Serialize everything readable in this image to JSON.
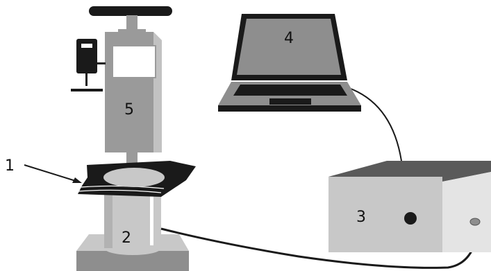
{
  "labels": {
    "specimen": "1",
    "sample_holder": "2",
    "measurement_unit": "3",
    "laptop": "4",
    "indenter_column": "5"
  },
  "colors": {
    "dark": "#1a1a1a",
    "medium_gray": "#9a9a9a",
    "light_gray": "#c8c8c8",
    "panel_light": "#e4e4e4",
    "screen_gray": "#8e8e8e",
    "white": "#ffffff"
  }
}
